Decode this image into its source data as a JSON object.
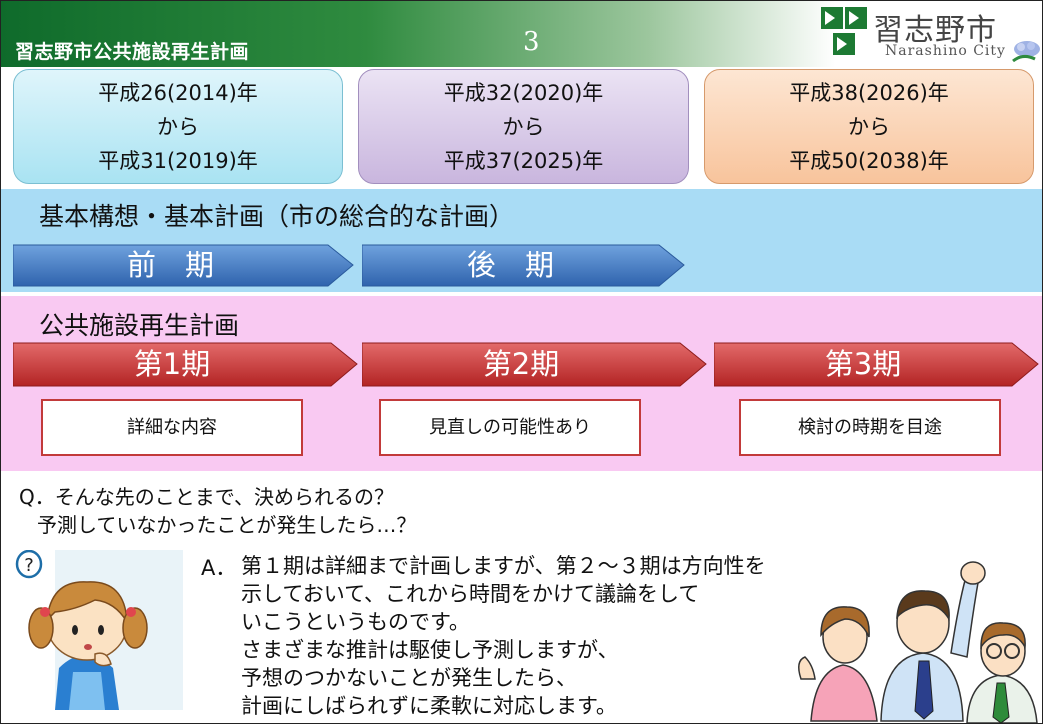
{
  "header": {
    "title": "習志野市公共施設再生計画",
    "page_number": "3",
    "logo_name": "習志野市",
    "logo_sub": "Narashino City"
  },
  "periods": [
    {
      "start": "平成26(2014)年",
      "from": "から",
      "end": "平成31(2019)年",
      "color": "#a9e3f2"
    },
    {
      "start": "平成32(2020)年",
      "from": "から",
      "end": "平成37(2025)年",
      "color": "#c9b6de"
    },
    {
      "start": "平成38(2026)年",
      "from": "から",
      "end": "平成50(2038)年",
      "color": "#f8c49c"
    }
  ],
  "master_plan": {
    "title": "基本構想・基本計画（市の総合的な計画）",
    "phases": [
      "前　期",
      "後　期"
    ],
    "color": "#3a78c3"
  },
  "facility_plan": {
    "title": "公共施設再生計画",
    "phases": [
      "第1期",
      "第2期",
      "第3期"
    ],
    "notes": [
      "詳細な内容",
      "見直しの可能性あり",
      "検討の時期を目途"
    ],
    "color": "#c23a3a"
  },
  "qa": {
    "question_line1": "Q．そんな先のことまで、決められるの？",
    "question_line2": "予測していなかったことが発生したら…？",
    "question_icon": "?",
    "answer_mark": "A．",
    "answer_lines": [
      "第１期は詳細まで計画しますが、第２～３期は方向性を",
      "示しておいて、これから時間をかけて議論をして",
      "いこうというものです。",
      "さまざまな推計は駆使し予測しますが、",
      "予想のつかないことが発生したら、",
      "計画にしばられずに柔軟に対応します。"
    ]
  },
  "icons": {
    "logo": "narashino-logo-icon",
    "girl": "questioning-girl-illustration",
    "men": "cheering-people-illustration"
  }
}
